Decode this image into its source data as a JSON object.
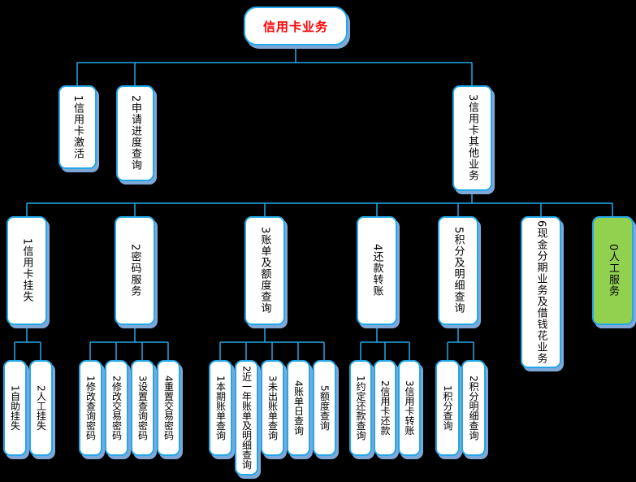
{
  "diagram": {
    "type": "org-tree",
    "nodes": {
      "root": "信用卡业务",
      "l2_1": "1信用卡激活",
      "l2_2": "2申请进度查询",
      "l2_3": "3信用卡其他业务",
      "l3_1": "1信用卡挂失",
      "l3_2": "2密码服务",
      "l3_3": "3账单及额度查询",
      "l3_4": "4还款转账",
      "l3_5": "5积分及明细查询",
      "l3_6": "6现金分期业务及借钱花业务",
      "l3_7": "0人工服务",
      "l4_1_1": "1自助挂失",
      "l4_1_2": "2人工挂失",
      "l4_2_1": "1修改查询密码",
      "l4_2_2": "2修改交易密码",
      "l4_2_3": "3设置查询密码",
      "l4_2_4": "4重置交易密码",
      "l4_3_1": "1本期账单查询",
      "l4_3_2": "2近一年账单及明细查询",
      "l4_3_3": "3未出账单查询",
      "l4_3_4": "4账单日查询",
      "l4_3_5": "5额度查询",
      "l4_4_1": "1约定还款查询",
      "l4_4_2": "2信用卡还款",
      "l4_4_3": "3信用卡转账",
      "l4_5_1": "1积分查询",
      "l4_5_2": "2积分明细查询"
    }
  },
  "colors": {
    "background": "#000000",
    "node_fill": "#ffffff",
    "line": "#23a7e8",
    "node_shadow": "#7fa8d9",
    "highlight_fill": "#92d050",
    "root_text": "#ff0000",
    "text": "#000000"
  }
}
